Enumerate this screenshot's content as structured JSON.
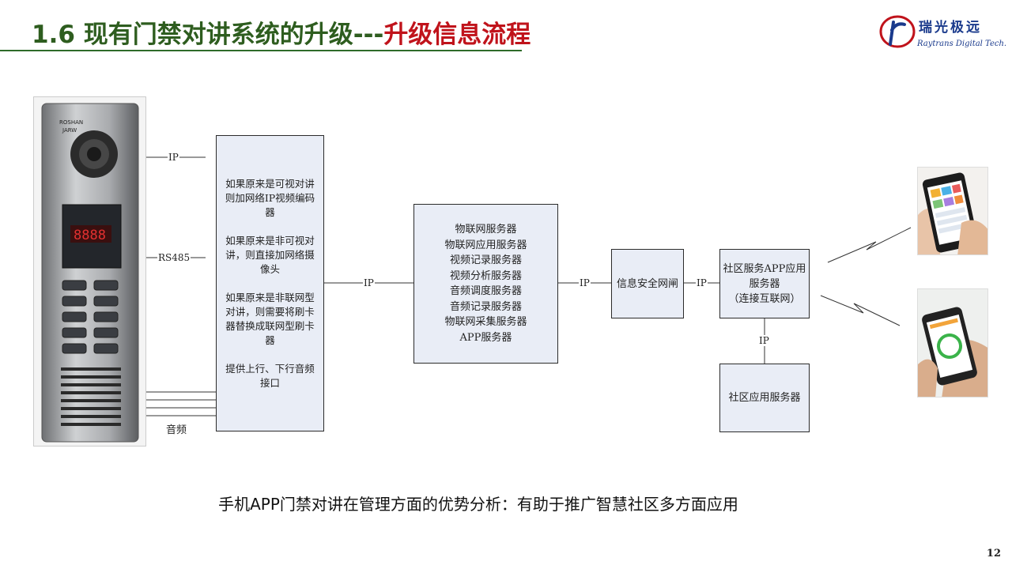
{
  "header": {
    "title_main": "1.6  现有门禁对讲系统的升级---",
    "title_highlight": "升级信息流程",
    "logo_cn": "瑞光极远",
    "logo_en": "Raytrans Digital Tech."
  },
  "diagram": {
    "labels": {
      "ip_top": "IP",
      "rs485": "RS485",
      "audio": "音频",
      "ip_to_servers": "IP",
      "ip_to_gateway": "IP",
      "ip_to_app": "IP",
      "ip_vertical": "IP"
    },
    "encoder_box": {
      "l1": "如果原来是可视对讲",
      "l2": "则加网络IP视频编码",
      "l3": "器",
      "l4": "如果原来是非可视对",
      "l5": "讲，则直接加网络摄",
      "l6": "像头",
      "l7": "如果原来是非联网型",
      "l8": "对讲，则需要将刷卡",
      "l9": "器替换成联网型刷卡",
      "l10": "器",
      "l11": "提供上行、下行音频",
      "l12": "接口"
    },
    "servers_box": {
      "items": [
        "物联网服务器",
        "物联网应用服务器",
        "视频记录服务器",
        "视频分析服务器",
        "音频调度服务器",
        "音频记录服务器",
        "物联网采集服务器",
        "APP服务器"
      ]
    },
    "gateway_box": {
      "label": "信息安全网闸"
    },
    "app_server_box": {
      "l1": "社区服务APP应用",
      "l2": "服务器",
      "l3": "（连接互联网）"
    },
    "community_box": {
      "label": "社区应用服务器"
    }
  },
  "caption": "手机APP门禁对讲在管理方面的优势分析：有助于推广智慧社区多方面应用",
  "page_number": "12",
  "colors": {
    "title_green": "#2e5d1f",
    "title_red": "#c0131b",
    "box_fill": "#e9edf6",
    "logo_blue": "#1a3a8c"
  }
}
